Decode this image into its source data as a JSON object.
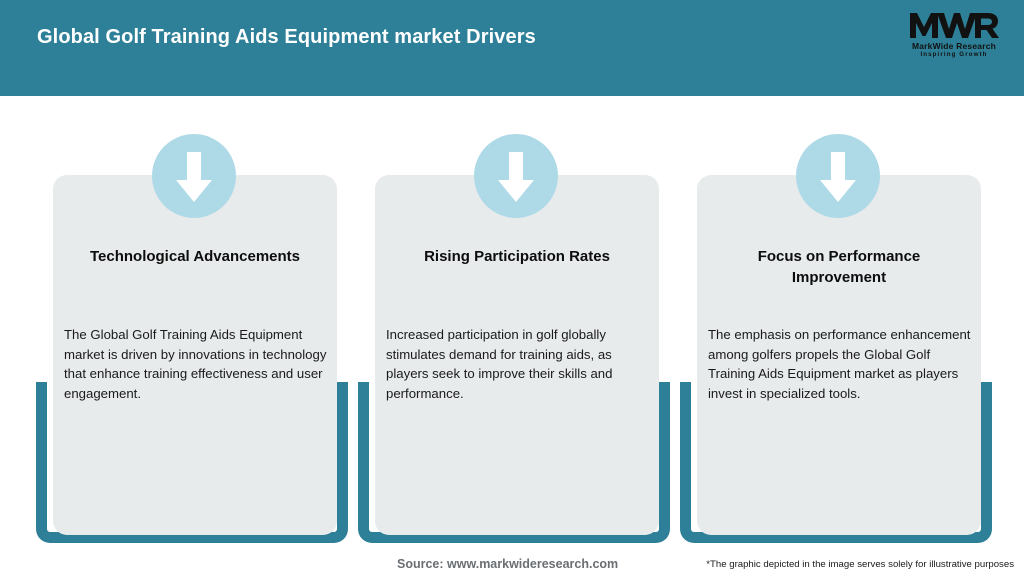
{
  "header": {
    "title": "Global Golf Training Aids Equipment market Drivers",
    "background_color": "#2E8098",
    "title_color": "#FFFFFF"
  },
  "logo": {
    "mark": "MWR",
    "name": "MarkWide Research",
    "tagline": "Inspiring Growth"
  },
  "theme": {
    "teal": "#2E8098",
    "circle_blue": "#AEDAE8",
    "panel_gray": "#E8EBEC",
    "arrow_white": "#FFFFFF"
  },
  "cards": [
    {
      "icon": "down-arrow-icon",
      "title": "Technological Advancements",
      "body": "The Global Golf Training Aids Equipment market is driven by innovations in technology that enhance training effectiveness and user engagement."
    },
    {
      "icon": "down-arrow-icon",
      "title": "Rising Participation Rates",
      "body": "Increased participation in golf globally stimulates demand for training aids, as players seek to improve their skills and performance."
    },
    {
      "icon": "down-arrow-icon",
      "title": "Focus on Performance Improvement",
      "body": "The emphasis on performance enhancement among golfers propels the Global Golf Training Aids Equipment market as players invest in specialized tools."
    }
  ],
  "footer": {
    "source": "Source: www.markwideresearch.com",
    "disclaimer": "*The graphic depicted in the image serves solely for illustrative purposes"
  }
}
